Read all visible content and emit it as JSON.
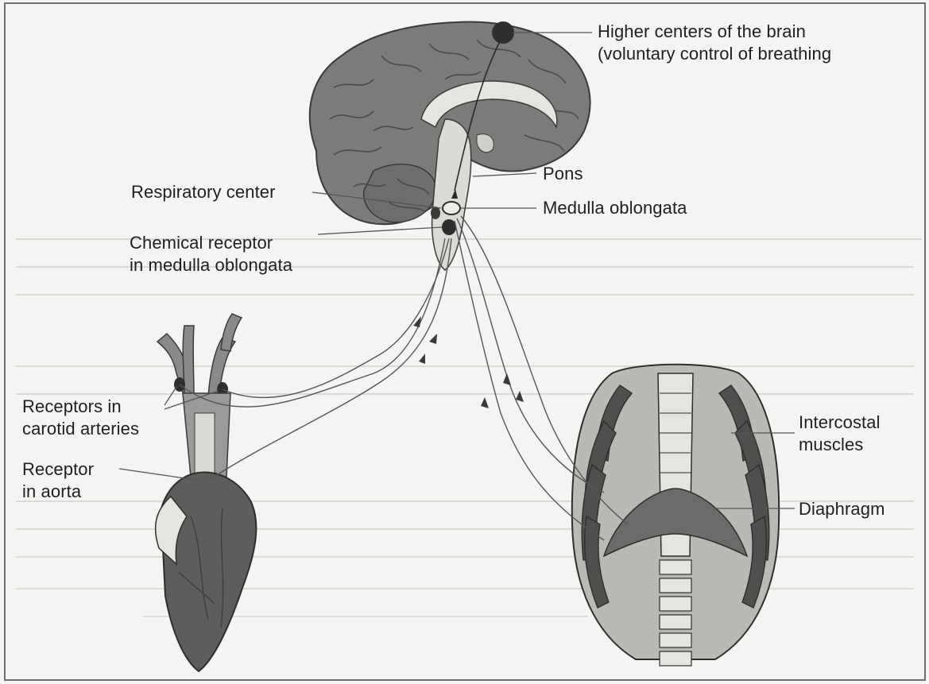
{
  "labels": {
    "higher_centers": [
      "Higher centers of the brain",
      "(voluntary control of breathing"
    ],
    "pons": "Pons",
    "respiratory_center": "Respiratory center",
    "medulla_oblongata": "Medulla oblongata",
    "chemical_receptor": [
      "Chemical receptor",
      "in medulla oblongata"
    ],
    "receptors_carotid": [
      "Receptors in",
      "carotid arteries"
    ],
    "receptor_aorta": [
      "Receptor",
      "in aorta"
    ],
    "intercostal": [
      "Intercostal",
      "muscles"
    ],
    "diaphragm": "Diaphragm"
  },
  "colors": {
    "brain": "#7b7b79",
    "heart": "#595957",
    "rib_dark": "#4f4f4d",
    "rib_light": "#b9b9b6",
    "line": "#555555",
    "background": "#f4f4f2"
  }
}
